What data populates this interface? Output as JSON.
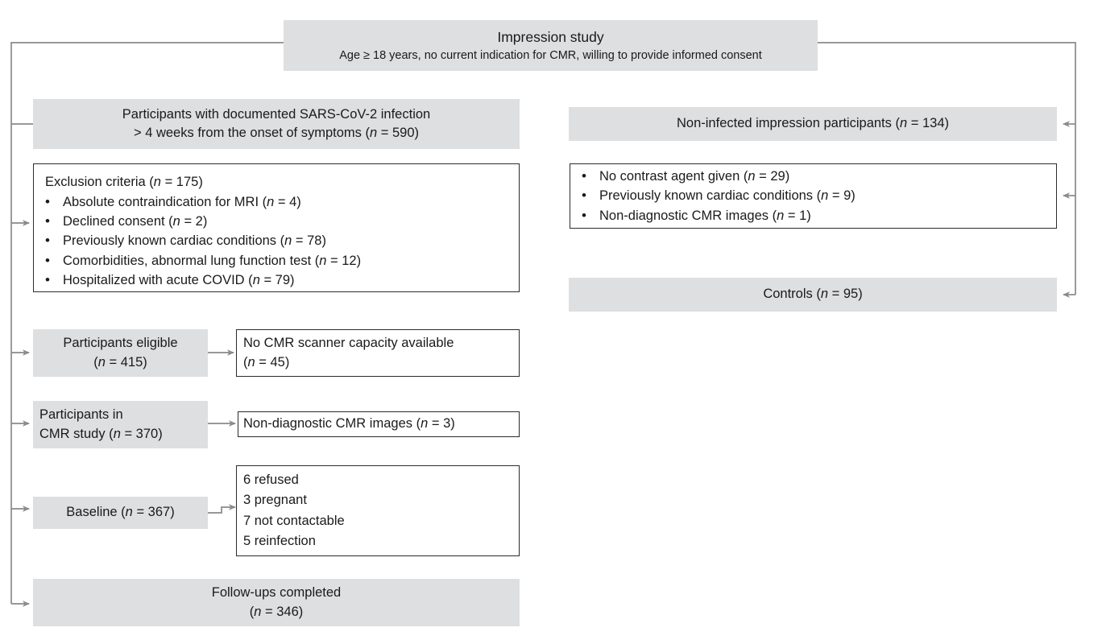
{
  "diagram": {
    "title": "Impression study participant flow diagram",
    "colors": {
      "box_fill_grey": "#dedfe0",
      "box_border": "#2b2b2b",
      "connector": "#808080",
      "text": "#1a1a1a",
      "page_background": "#ffffff"
    }
  },
  "top": {
    "title": "Impression study",
    "subtitle": "Age  ≥ 18 years, no current indication for CMR, willing to provide informed consent"
  },
  "left_column": {
    "infected": {
      "line1": "Participants with documented SARS-CoV-2 infection",
      "line2_pre": "> 4 weeks from the onset of symptoms (",
      "line2_n": "n",
      "line2_post": " = 590)"
    },
    "exclusion": {
      "header_pre": "Exclusion criteria (",
      "header_n": "n",
      "header_post": " = 175)",
      "items": [
        {
          "text": "Absolute contraindication for MRI (",
          "n": "n",
          "value": " = 4)"
        },
        {
          "text": "Declined consent (",
          "n": "n",
          "value": " = 2)"
        },
        {
          "text": "Previously known cardiac conditions (",
          "n": "n",
          "value": " = 78)"
        },
        {
          "text": "Comorbidities, abnormal lung function test (",
          "n": "n",
          "value": " = 12)"
        },
        {
          "text": "Hospitalized with acute COVID (",
          "n": "n",
          "value": " = 79)"
        }
      ]
    },
    "eligible": {
      "line1": "Participants eligible",
      "line2_pre": "(",
      "line2_n": "n",
      "line2_post": " = 415)"
    },
    "no_capacity": {
      "line1": "No CMR scanner capacity available",
      "line2_pre": "(",
      "line2_n": "n",
      "line2_post": " = 45)"
    },
    "in_cmr_study": {
      "line1": "Participants in",
      "line2_pre": "CMR study (",
      "line2_n": "n",
      "line2_post": " = 370)"
    },
    "nondiagnostic": {
      "pre": "Non-diagnostic CMR images (",
      "n": "n",
      "post": " = 3)"
    },
    "baseline": {
      "pre": "Baseline (",
      "n": "n",
      "post": " = 367)"
    },
    "dropouts": {
      "items": [
        "6 refused",
        "3 pregnant",
        "7 not contactable",
        "5 reinfection"
      ]
    },
    "followups": {
      "line1": "Follow-ups completed",
      "line2_pre": "(",
      "line2_n": "n",
      "line2_post": " = 346)"
    }
  },
  "right_column": {
    "non_infected": {
      "pre": "Non-infected impression participants (",
      "n": "n",
      "post": " = 134)"
    },
    "right_exclusion": {
      "items": [
        {
          "text": "No contrast agent given (",
          "n": "n",
          "value": " = 29)"
        },
        {
          "text": "Previously known cardiac conditions (",
          "n": "n",
          "value": " = 9)"
        },
        {
          "text": "Non-diagnostic CMR images (",
          "n": "n",
          "value": " = 1)"
        }
      ]
    },
    "controls": {
      "pre": "Controls (",
      "n": "n",
      "post": " = 95)"
    }
  }
}
